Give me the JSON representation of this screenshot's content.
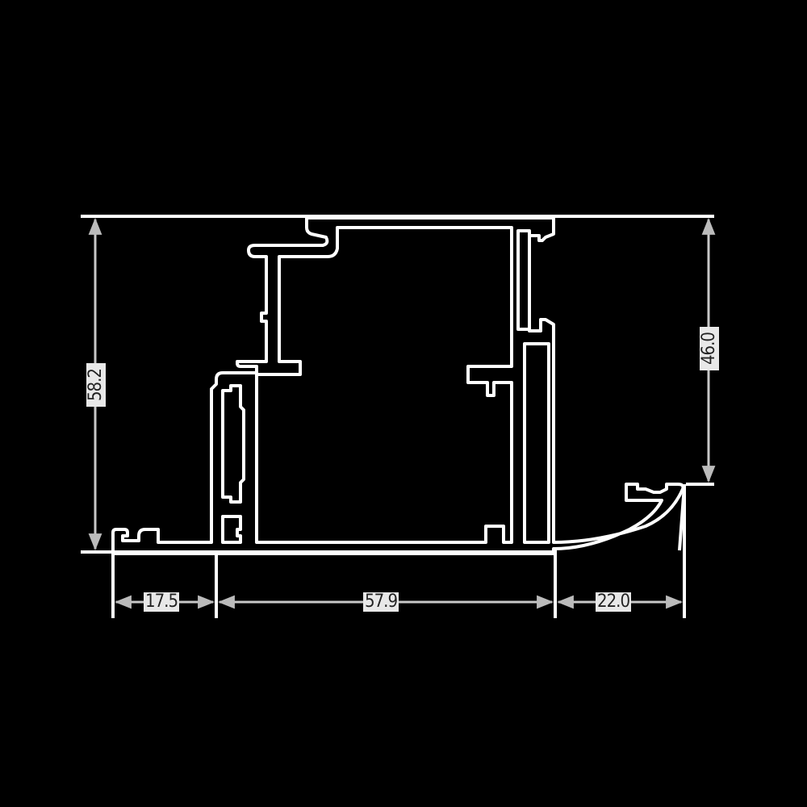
{
  "diagram": {
    "title": "",
    "subject": "aluminum extrusion profile cross-section",
    "units": "mm",
    "colors": {
      "background": "#000000",
      "outline": "#ffffff",
      "dimension_line": "#d0d0d0",
      "label_bg": "#e8e8e8",
      "label_text": "#222222"
    },
    "dimensions": {
      "overall_height": {
        "label": "58.2",
        "orientation": "vertical",
        "side": "left"
      },
      "upper_height": {
        "label": "46.0",
        "orientation": "vertical",
        "side": "right"
      },
      "left_flange_width": {
        "label": "17.5",
        "orientation": "horizontal"
      },
      "main_body_width": {
        "label": "57.9",
        "orientation": "horizontal"
      },
      "curved_lip_width": {
        "label": "22.0",
        "orientation": "horizontal"
      }
    }
  }
}
